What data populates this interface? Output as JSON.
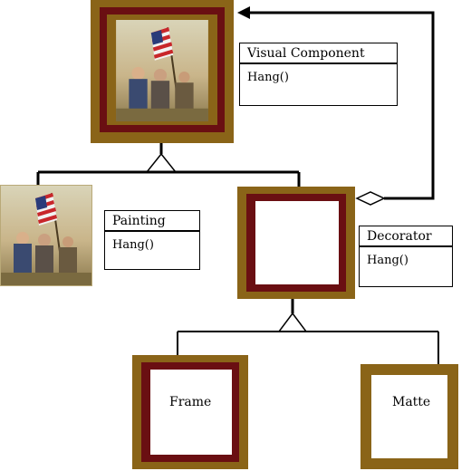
{
  "colors": {
    "outer_frame": "#8a6418",
    "inner_frame": "#6a0f12",
    "matte_fill": "#ffffff",
    "line": "#000000"
  },
  "classes": {
    "visual_component": {
      "name": "Visual Component",
      "method": "Hang()"
    },
    "painting": {
      "name": "Painting",
      "method": "Hang()"
    },
    "decorator": {
      "name": "Decorator",
      "method": "Hang()"
    }
  },
  "frames": {
    "frame": {
      "label": "Frame"
    },
    "matte": {
      "label": "Matte"
    }
  },
  "painting_image": "painting of soldiers carrying an American flag"
}
